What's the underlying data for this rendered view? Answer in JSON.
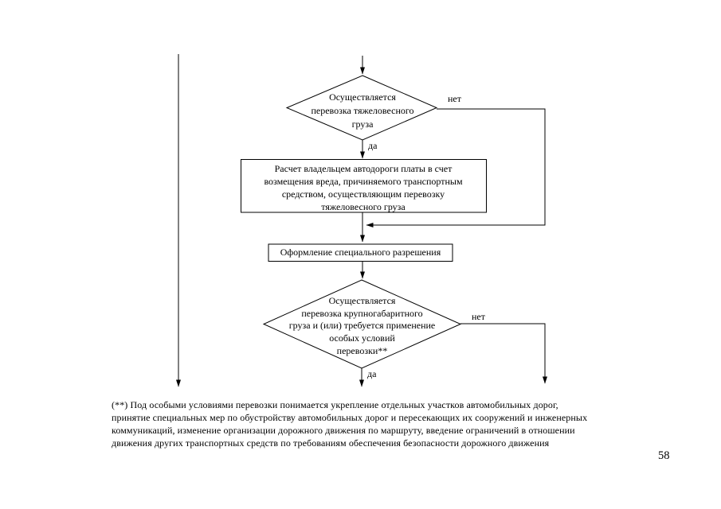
{
  "page": {
    "number": "58"
  },
  "flowchart": {
    "decision_heavy": {
      "lines": [
        "Осуществляется",
        "перевозка тяжеловесного",
        "груза"
      ]
    },
    "process_calc": {
      "lines": [
        "Расчет владельцем автодороги платы в счет",
        "возмещения вреда, причиняемого транспортным",
        "средством, осуществляющим перевозку",
        "тяжеловесного груза"
      ]
    },
    "process_permit": {
      "label": "Оформление специального разрешения"
    },
    "decision_oversize": {
      "lines": [
        "Осуществляется",
        "перевозка крупногабаритного",
        "груза и (или) требуется применение",
        "особых условий",
        "перевозки**"
      ]
    },
    "edge_labels": {
      "no1": "нет",
      "yes1": "да",
      "no2": "нет",
      "yes2": "да"
    }
  },
  "footnote": {
    "lines": [
      "(**) Под особыми условиями перевозки понимается укрепление отдельных участков автомобильных дорог,",
      "принятие специальных мер по обустройству автомобильных дорог и пересекающих их сооружений и инженерных",
      "коммуникаций, изменение организации дорожного движения по маршруту, введение ограничений в отношении",
      "движения других транспортных средств по требованиям обеспечения безопасности дорожного движения"
    ]
  },
  "colors": {
    "ink": "#000000",
    "paper": "#ffffff"
  }
}
